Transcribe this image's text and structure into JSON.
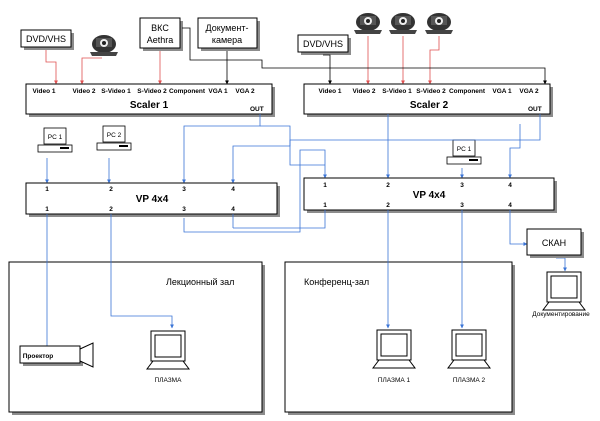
{
  "sources": {
    "dvd_left": "DVD/VHS",
    "vks": [
      "ВКС",
      "Aethra"
    ],
    "doc_cam": [
      "Документ-",
      "камера"
    ],
    "dvd_right": "DVD/VHS"
  },
  "scaler1": {
    "title": "Scaler 1",
    "ports": [
      "Video 1",
      "Video 2",
      "S-Video 1",
      "S-Video 2",
      "Component",
      "VGA 1",
      "VGA 2"
    ],
    "out": "OUT"
  },
  "scaler2": {
    "title": "Scaler 2",
    "ports": [
      "Video 1",
      "Video 2",
      "S-Video 1",
      "S-Video 2",
      "Component",
      "VGA 1",
      "VGA 2"
    ],
    "out": "OUT"
  },
  "pcs": {
    "pc1_left": "PC 1",
    "pc2_left": "PC 2",
    "pc1_right": "PC 1"
  },
  "vp1": {
    "title": "VP 4x4",
    "in_ports": [
      "1",
      "2",
      "3",
      "4"
    ],
    "out_ports": [
      "1",
      "2",
      "3",
      "4"
    ]
  },
  "vp2": {
    "title": "VP 4x4",
    "in_ports": [
      "1",
      "2",
      "3",
      "4"
    ],
    "out_ports": [
      "1",
      "2",
      "3",
      "4"
    ]
  },
  "rooms": {
    "lecture": {
      "title": "Лекционный зал",
      "projector": "Проектор",
      "plasma": "ПЛАЗМА"
    },
    "conference": {
      "title": "Конференц-зал",
      "plasma1": "ПЛАЗМА 1",
      "plasma2": "ПЛАЗМА 2"
    }
  },
  "scan": {
    "label": "СКАН",
    "doc_label": "Документирование"
  },
  "colors": {
    "video_line": "#3a74d6",
    "source_line": "#e05050",
    "vga_line": "#000000",
    "shadow": "#8c8c8c"
  }
}
